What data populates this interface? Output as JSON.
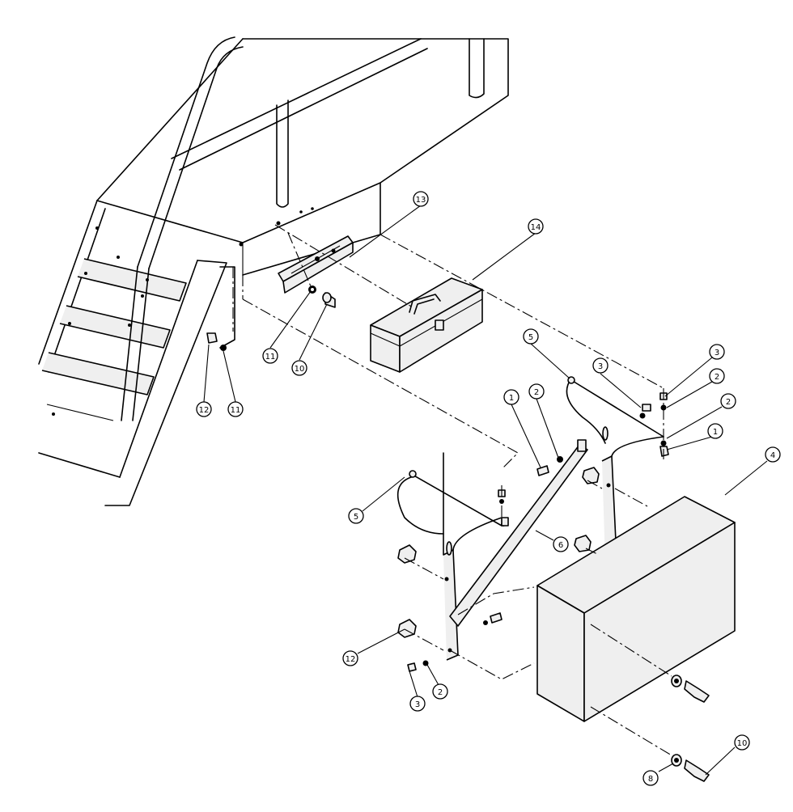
{
  "diagram": {
    "callouts": [
      {
        "id": "c13",
        "label": "13"
      },
      {
        "id": "c14",
        "label": "14"
      },
      {
        "id": "c11a",
        "label": "11"
      },
      {
        "id": "c10a",
        "label": "10"
      },
      {
        "id": "c12a",
        "label": "12"
      },
      {
        "id": "c11b",
        "label": "11"
      },
      {
        "id": "c5a",
        "label": "5"
      },
      {
        "id": "c3a",
        "label": "3"
      },
      {
        "id": "c3b",
        "label": "3"
      },
      {
        "id": "c2a",
        "label": "2"
      },
      {
        "id": "c2b",
        "label": "2"
      },
      {
        "id": "c1a",
        "label": "1"
      },
      {
        "id": "c1b",
        "label": "1"
      },
      {
        "id": "c2c",
        "label": "2"
      },
      {
        "id": "c4",
        "label": "4"
      },
      {
        "id": "c5b",
        "label": "5"
      },
      {
        "id": "c6",
        "label": "6"
      },
      {
        "id": "c12b",
        "label": "12"
      },
      {
        "id": "c3c",
        "label": "3"
      },
      {
        "id": "c2d",
        "label": "2"
      },
      {
        "id": "c10b",
        "label": "10"
      },
      {
        "id": "c8",
        "label": "8"
      }
    ]
  }
}
